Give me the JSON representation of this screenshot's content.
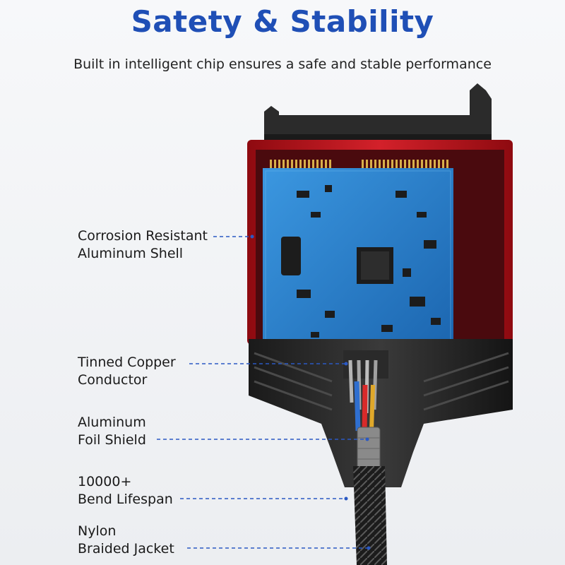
{
  "header": {
    "title": "Satety & Stability",
    "subtitle": "Built in intelligent chip ensures a safe and stable performance"
  },
  "callouts": [
    {
      "line1": "Corrosion Resistant",
      "line2": "Aluminum Shell"
    },
    {
      "line1": "Tinned Copper",
      "line2": "Conductor"
    },
    {
      "line1": "Aluminum",
      "line2": "Foil Shield"
    },
    {
      "line1": "10000+",
      "line2": "Bend Lifespan"
    },
    {
      "line1": "Nylon",
      "line2": "Braided Jacket"
    }
  ],
  "colors": {
    "title": "#1f4fb6",
    "shell": "#c8141c",
    "pcb": "#1f79c9",
    "leader": "#2b59c3"
  }
}
